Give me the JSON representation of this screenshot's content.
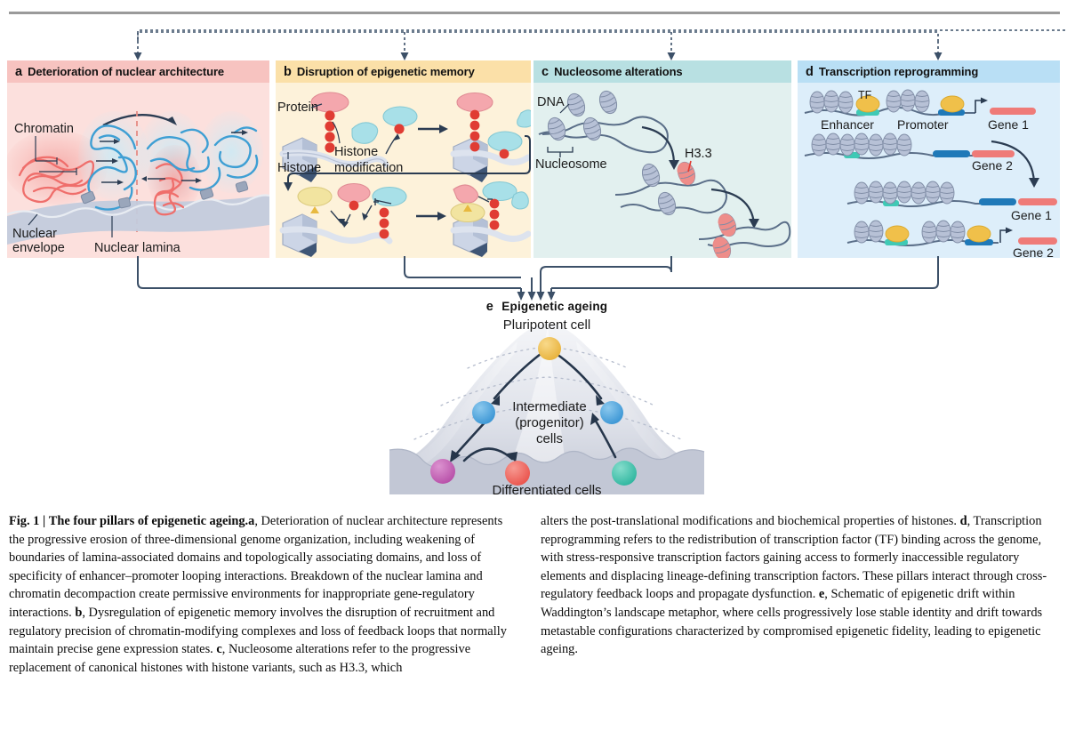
{
  "figure": {
    "number": "Fig. 1",
    "separator": "|",
    "title": "The four pillars of epigenetic ageing.",
    "caption_left": [
      {
        "bold": "a",
        "text": ", Deterioration of nuclear architecture represents the progressive erosion of three-dimensional genome organization, including weakening of boundaries of lamina-associated domains and topologically associating domains, and loss of specificity of enhancer–promoter looping interactions. Breakdown of the nuclear lamina and chromatin decompaction create permissive environments for inappropriate gene-regulatory interactions. "
      },
      {
        "bold": "b",
        "text": ", Dysregulation of epigenetic memory involves the disruption of recruitment and regulatory precision of chromatin-modifying complexes and loss of feedback loops that normally maintain precise gene expression states. "
      },
      {
        "bold": "c",
        "text": ", Nucleosome alterations refer to the progressive replacement of canonical histones with histone variants, such as H3.3, which"
      }
    ],
    "caption_right": [
      {
        "bold": "",
        "text": "alters the post-translational modifications and biochemical properties of histones. "
      },
      {
        "bold": "d",
        "text": ", Transcription reprogramming refers to the redistribution of transcription factor (TF) binding across the genome, with stress-responsive transcription factors gaining access to formerly inaccessible regulatory elements and displacing lineage-defining transcription factors. These pillars interact through cross-regulatory feedback loops and propagate dysfunction. "
      },
      {
        "bold": "e",
        "text": ", Schematic of epigenetic drift within Waddington’s landscape metaphor, where cells progressively lose stable identity and drift towards metastable configurations characterized by compromised epigenetic fidelity, leading to epigenetic ageing."
      }
    ]
  },
  "panels": {
    "a": {
      "letter": "a",
      "title": "Deterioration of nuclear architecture",
      "header_color": "#f7c3c0",
      "body_color": "#fce0dd",
      "labels": {
        "chromatin": "Chromatin",
        "nuclear_envelope_line1": "Nuclear",
        "nuclear_envelope_line2": "envelope",
        "nuclear_lamina": "Nuclear lamina"
      }
    },
    "b": {
      "letter": "b",
      "title": "Disruption of epigenetic memory",
      "header_color": "#fbe0a8",
      "body_color": "#fdf2da",
      "labels": {
        "protein": "Protein",
        "histone": "Histone",
        "histone_modification_line1": "Histone",
        "histone_modification_line2": "modification"
      }
    },
    "c": {
      "letter": "c",
      "title": "Nucleosome alterations",
      "header_color": "#b8e0e2",
      "body_color": "#e2f0ef",
      "labels": {
        "dna": "DNA",
        "nucleosome": "Nucleosome",
        "h33": "H3.3"
      }
    },
    "d": {
      "letter": "d",
      "title": "Transcription reprogramming",
      "header_color": "#b9dff5",
      "body_color": "#ddeefa",
      "labels": {
        "tf": "TF",
        "enhancer": "Enhancer",
        "promoter": "Promoter",
        "gene1_row1": "Gene 1",
        "gene2_row2": "Gene 2",
        "gene1_row3": "Gene 1",
        "gene2_row4": "Gene 2"
      }
    },
    "e": {
      "letter": "e",
      "title": "Epigenetic ageing",
      "labels": {
        "pluripotent": "Pluripotent cell",
        "intermediate_line1": "Intermediate",
        "intermediate_line2": "(progenitor)",
        "intermediate_line3": "cells",
        "differentiated": "Differentiated cells"
      },
      "cells": [
        {
          "name": "pluripotent-cell",
          "color": "#f0c04a"
        },
        {
          "name": "intermediate-cell-left",
          "color": "#4fa8e0"
        },
        {
          "name": "intermediate-cell-right",
          "color": "#4fa8e0"
        },
        {
          "name": "differentiated-cell-magenta",
          "color": "#c561b5"
        },
        {
          "name": "differentiated-cell-red",
          "color": "#f0625c"
        },
        {
          "name": "differentiated-cell-teal",
          "color": "#3fc0ab"
        }
      ]
    }
  },
  "colors": {
    "stroke": "#3c5068",
    "chromatin_blue": "#3e9fd4",
    "chromatin_red": "#ef6e6b",
    "histone_grey": "#c3cbdc",
    "gene_red": "#ef7b78",
    "gene_blue": "#1f79b8",
    "enhancer_teal": "#3fc9b5",
    "tf_yellow": "#f0c04a",
    "mark_red": "#e03c33",
    "top_rule": "#9a9a9a"
  }
}
